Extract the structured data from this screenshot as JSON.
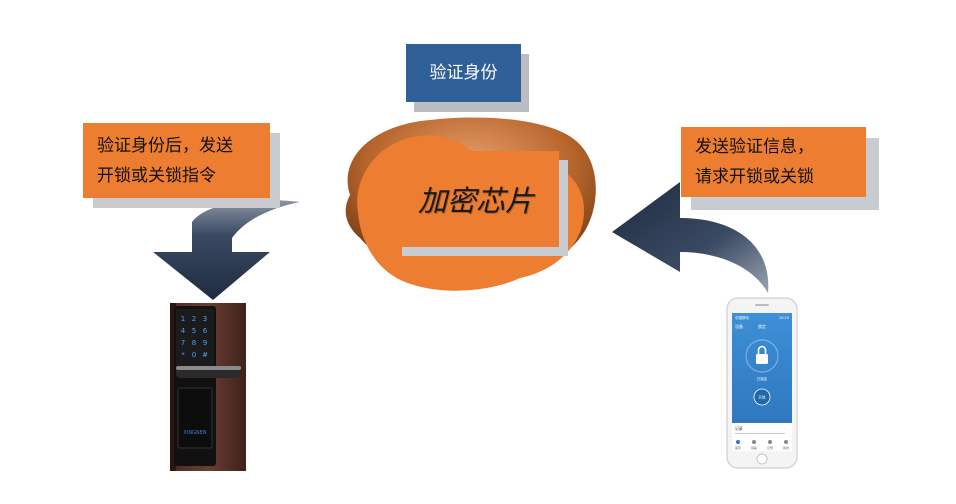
{
  "diagram": {
    "verify_identity": "验证身份",
    "chip_label": "加密芯片",
    "left_note": [
      "验证身份后，发送",
      "开锁或关锁指令"
    ],
    "right_note": [
      "发送验证信息，",
      "请求开锁或关锁"
    ]
  },
  "colors": {
    "orange": "#ed7d31",
    "blue": "#2e5f96",
    "arrow": "#2b3a52"
  },
  "phone_screen": {
    "status_left": "中国移动",
    "status_right": "10:20",
    "nav_back": "设备",
    "nav_title": "锁定",
    "lock_status": "已锁定",
    "action_button": "开锁",
    "section_title": "记录",
    "tabs": [
      "首页",
      "钥匙",
      "记录",
      "我的"
    ]
  },
  "lock_keypad": [
    "1",
    "2",
    "3",
    "4",
    "5",
    "6",
    "7",
    "8",
    "9",
    "*",
    "0",
    "#"
  ],
  "lock_brand": "XINGNEN"
}
